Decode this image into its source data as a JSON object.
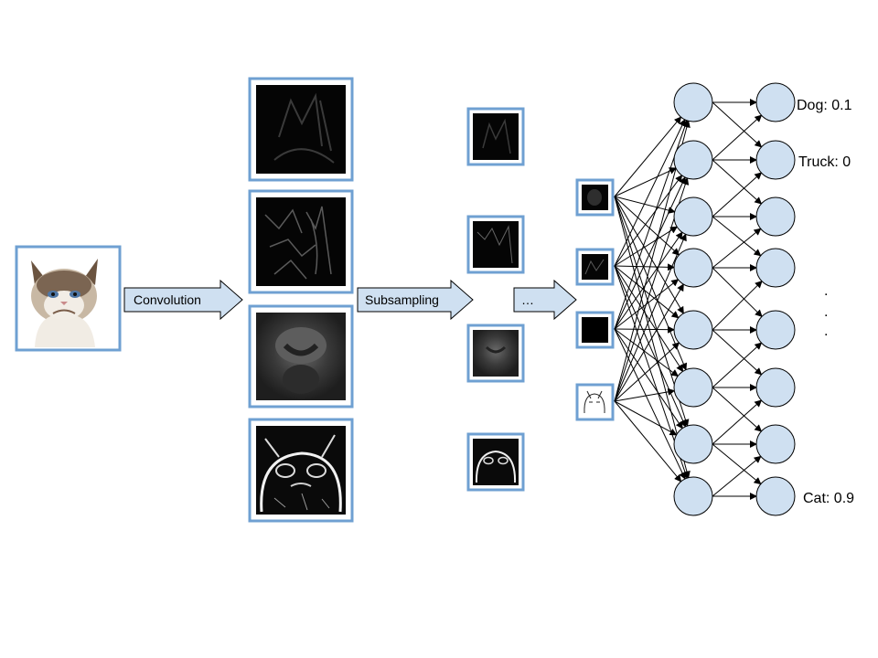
{
  "steps": {
    "convolution": "Convolution",
    "subsampling": "Subsampling",
    "ellipsis": "…"
  },
  "outputs": {
    "dog": "Dog: 0.1",
    "truck": "Truck: 0",
    "dots": ". . .",
    "cat": "Cat: 0.9"
  },
  "colors": {
    "frame": "#6fa0d2",
    "node_fill": "#cfe0f1",
    "arrow_fill": "#cfe0f1",
    "edge": "#000000"
  },
  "icons": {
    "input_image": "grumpy-cat-photo",
    "feature_maps": "filtered-cat-image"
  }
}
